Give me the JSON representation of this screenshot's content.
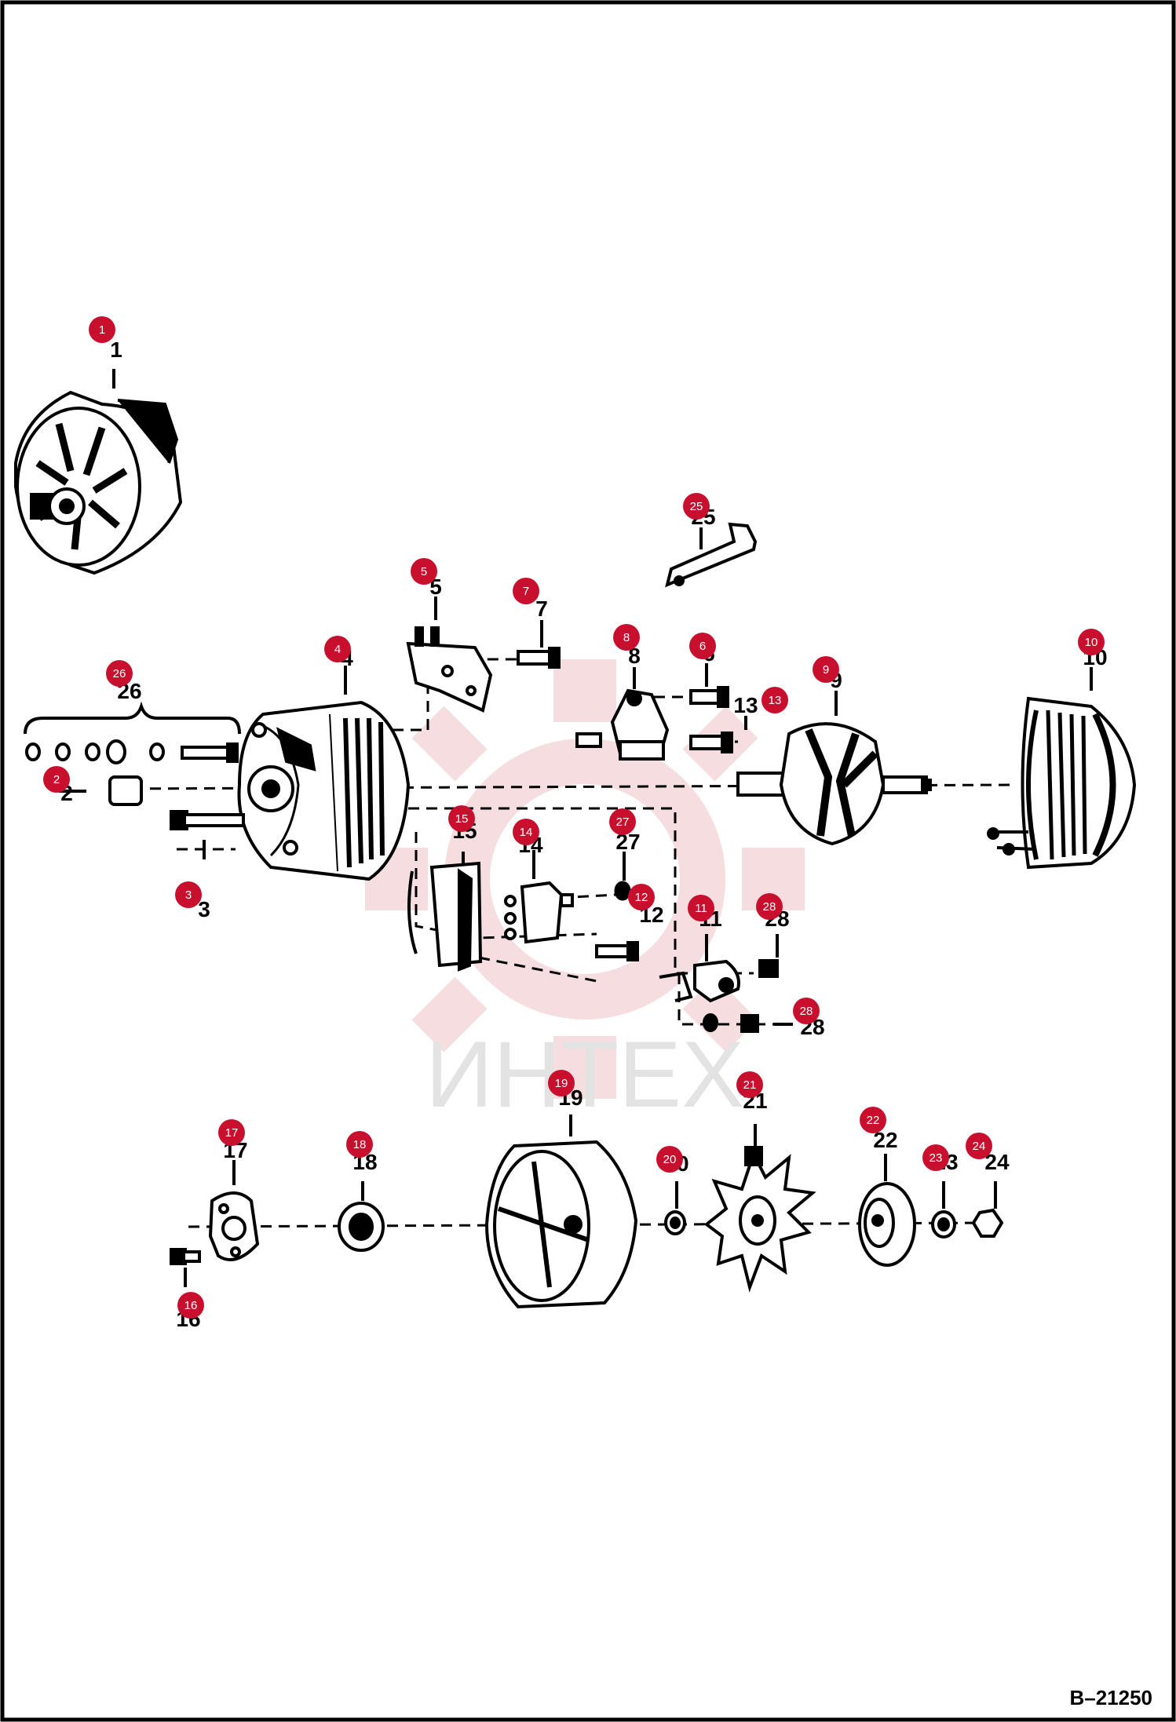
{
  "drawing_id": "B–21250",
  "watermark": {
    "text": "ИНТЕХ",
    "color": "#e8a0a4"
  },
  "callout_color": "#c8102e",
  "callouts": [
    {
      "badge": "1",
      "label": "1"
    },
    {
      "badge": "2",
      "label": "2"
    },
    {
      "badge": "3",
      "label": "3"
    },
    {
      "badge": "4",
      "label": "4"
    },
    {
      "badge": "5",
      "label": "5"
    },
    {
      "badge": "6",
      "label": "6"
    },
    {
      "badge": "7",
      "label": "7"
    },
    {
      "badge": "8",
      "label": "8"
    },
    {
      "badge": "9",
      "label": "9"
    },
    {
      "badge": "10",
      "label": "10"
    },
    {
      "badge": "11",
      "label": "11"
    },
    {
      "badge": "12",
      "label": "12"
    },
    {
      "badge": "13",
      "label": "13"
    },
    {
      "badge": "14",
      "label": "14"
    },
    {
      "badge": "15",
      "label": "15"
    },
    {
      "badge": "16",
      "label": "16"
    },
    {
      "badge": "17",
      "label": "17"
    },
    {
      "badge": "18",
      "label": "18"
    },
    {
      "badge": "19",
      "label": "19"
    },
    {
      "badge": "20",
      "label": "20"
    },
    {
      "badge": "21",
      "label": "21"
    },
    {
      "badge": "22",
      "label": "22"
    },
    {
      "badge": "23",
      "label": "23"
    },
    {
      "badge": "24",
      "label": "24"
    },
    {
      "badge": "25",
      "label": "25"
    },
    {
      "badge": "26",
      "label": "26"
    },
    {
      "badge": "27",
      "label": "27"
    },
    {
      "badge": "28",
      "label": "28"
    },
    {
      "badge": "28",
      "label": "28"
    }
  ]
}
